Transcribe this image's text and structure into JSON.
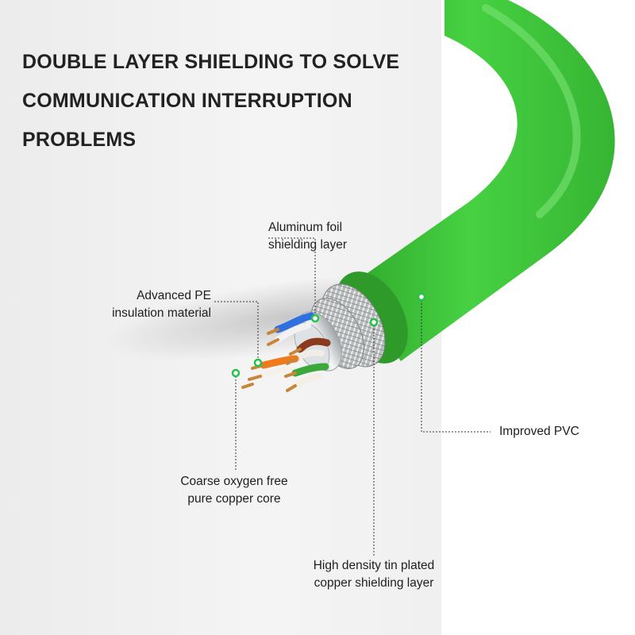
{
  "headline": {
    "line1": "DOUBLE LAYER SHIELDING TO SOLVE",
    "line2": "COMMUNICATION INTERRUPTION",
    "line3": "PROBLEMS"
  },
  "labels": {
    "aluminum_foil": {
      "line1": "Aluminum foil",
      "line2": "shielding layer"
    },
    "pe_insulation": {
      "line1": "Advanced PE",
      "line2": "insulation material"
    },
    "copper_core": {
      "line1": "Coarse oxygen free",
      "line2": "pure copper core"
    },
    "tin_shield": {
      "line1": "High density tin plated",
      "line2": "copper shielding layer"
    },
    "pvc_jacket": {
      "line1": "Improved PVC"
    }
  },
  "colors": {
    "jacket_green": "#3fc73a",
    "jacket_dark": "#2f9f2c",
    "leader_line": "#333333",
    "marker_dot": "#27c24c"
  }
}
